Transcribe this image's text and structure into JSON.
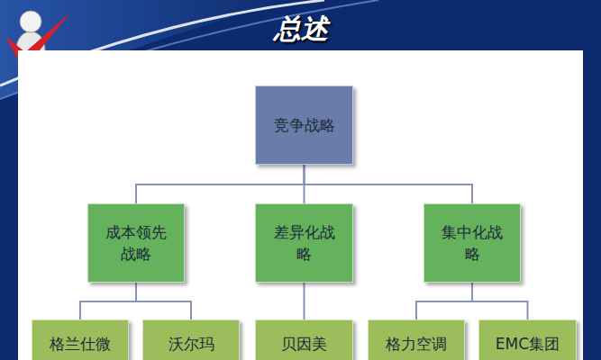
{
  "diagram": {
    "title": "总述",
    "nodes": [
      {
        "text": [
          "竞争战略"
        ]
      },
      {
        "text": [
          "成本领先战略"
        ]
      },
      {
        "text": [
          "差异化战略"
        ]
      },
      {
        "text": [
          "集中化战略"
        ]
      },
      {
        "text": [
          "格兰仕微"
        ]
      },
      {
        "text": [
          "沃尔玛"
        ]
      },
      {
        "text": [
          "贝因美"
        ]
      },
      {
        "text": [
          "格力空调"
        ]
      },
      {
        "text": [
          "EMC集团"
        ]
      }
    ],
    "edges": [
      {
        "from": 0,
        "to": 1,
        "arrow": "none"
      },
      {
        "from": 0,
        "to": 2,
        "arrow": "none"
      },
      {
        "from": 0,
        "to": 3,
        "arrow": "none"
      },
      {
        "from": 1,
        "to": 4,
        "arrow": "none"
      },
      {
        "from": 1,
        "to": 5,
        "arrow": "none"
      },
      {
        "from": 2,
        "to": 6,
        "arrow": "none"
      },
      {
        "from": 3,
        "to": 7,
        "arrow": "none"
      },
      {
        "from": 3,
        "to": 8,
        "arrow": "none"
      }
    ]
  }
}
